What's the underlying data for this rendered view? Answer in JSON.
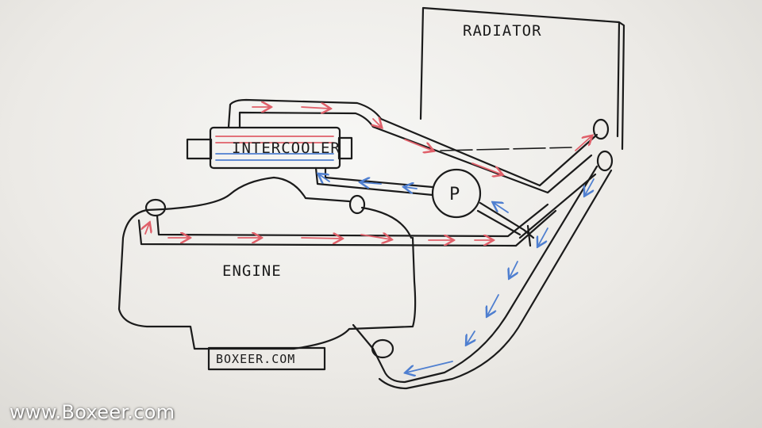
{
  "labels": {
    "radiator": "RADIATOR",
    "intercooler": "INTERCOOLER",
    "pump": "P",
    "engine": "ENGINE",
    "site_box": "BOXEER.COM"
  },
  "watermark": "www.Boxeer.com",
  "colors": {
    "hot_flow": "#e0606a",
    "cold_flow": "#4f7fd0",
    "ink": "#1b1b1b"
  }
}
